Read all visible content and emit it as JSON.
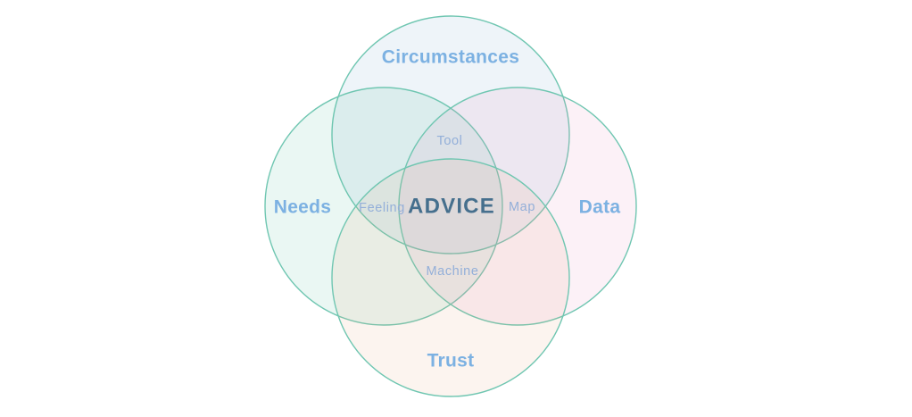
{
  "colors": {
    "background": "#FFFFFF",
    "circle_stroke": "#6FC6B1",
    "circumstances_fill": "#7FA8D0",
    "needs_fill": "#5FBFA5",
    "data_fill": "#E68FC0",
    "trust_fill": "#E8A179",
    "set_label": "#7CB1E2",
    "intersection_label": "#93AFD9",
    "center_label": "#456F8D"
  },
  "venn": {
    "sets": [
      {
        "label": "Circumstances",
        "position": "top"
      },
      {
        "label": "Needs",
        "position": "left"
      },
      {
        "label": "Data",
        "position": "right"
      },
      {
        "label": "Trust",
        "position": "bottom"
      }
    ],
    "intersections": [
      {
        "label": "Tool",
        "position": "top-middle"
      },
      {
        "label": "Feeling",
        "position": "middle-left"
      },
      {
        "label": "Map",
        "position": "middle-right"
      },
      {
        "label": "Machine",
        "position": "bottom-middle"
      }
    ],
    "center_label": "ADVICE"
  }
}
